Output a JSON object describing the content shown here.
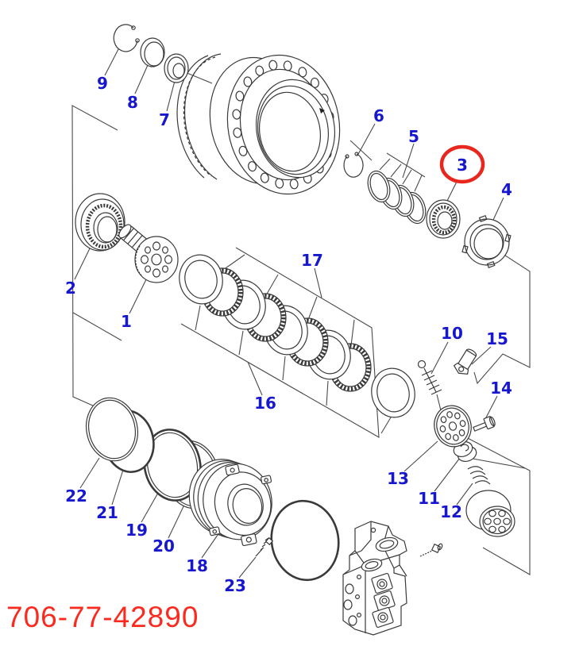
{
  "diagram": {
    "part_number": "706-77-42890",
    "highlighted_callout": "3",
    "colors": {
      "callout": "#1717cd",
      "highlight_circle": "#e8281e",
      "part_number_text": "#fb2a1e",
      "line": "#3a3a3a",
      "background": "#ffffff"
    },
    "callouts": [
      {
        "label": "1"
      },
      {
        "label": "2"
      },
      {
        "label": "3"
      },
      {
        "label": "4"
      },
      {
        "label": "5"
      },
      {
        "label": "6"
      },
      {
        "label": "7"
      },
      {
        "label": "8"
      },
      {
        "label": "9"
      },
      {
        "label": "10"
      },
      {
        "label": "11"
      },
      {
        "label": "12"
      },
      {
        "label": "13"
      },
      {
        "label": "14"
      },
      {
        "label": "15"
      },
      {
        "label": "16"
      },
      {
        "label": "17"
      },
      {
        "label": "18"
      },
      {
        "label": "19"
      },
      {
        "label": "20"
      },
      {
        "label": "21"
      },
      {
        "label": "22"
      },
      {
        "label": "23"
      }
    ]
  }
}
